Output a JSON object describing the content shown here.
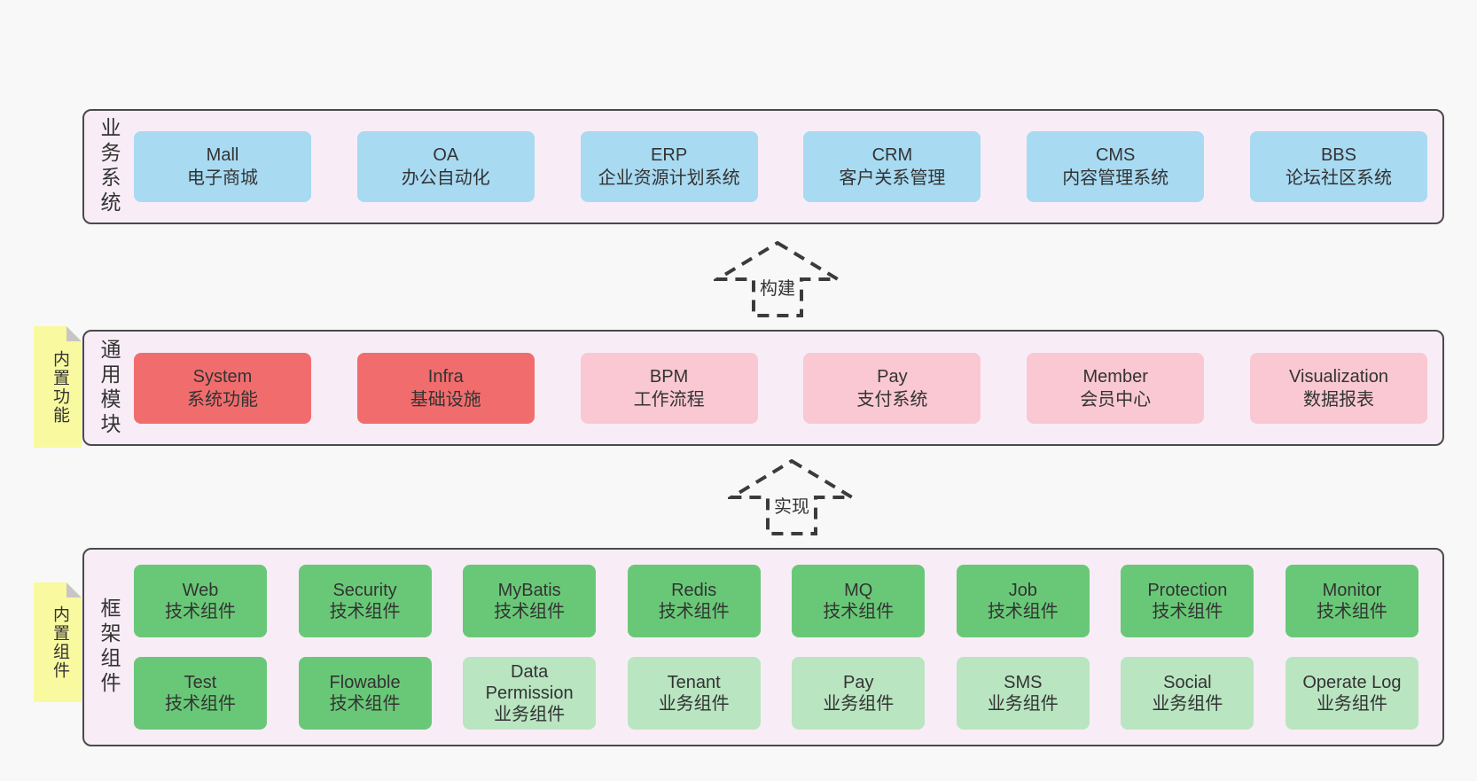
{
  "colors": {
    "page_background": "#f8f8f8",
    "band_fill": "#f8edf6",
    "band_border": "#4a4a4a",
    "blue_box": "#a8daf2",
    "red_box": "#f16d6d",
    "pink_box": "#f9c8d2",
    "green_box": "#69c877",
    "light_green_box": "#b9e5c1",
    "note_yellow": "#f9f9a0",
    "note_fold_gray": "#c6c6c6",
    "text": "#333333",
    "arrow_stroke": "#3b3b3b"
  },
  "bands": {
    "business": {
      "label": "业务系统",
      "boxes": [
        {
          "title": "Mall",
          "subtitle": "电子商城",
          "color": "blue"
        },
        {
          "title": "OA",
          "subtitle": "办公自动化",
          "color": "blue"
        },
        {
          "title": "ERP",
          "subtitle": "企业资源计划系统",
          "color": "blue"
        },
        {
          "title": "CRM",
          "subtitle": "客户关系管理",
          "color": "blue"
        },
        {
          "title": "CMS",
          "subtitle": "内容管理系统",
          "color": "blue"
        },
        {
          "title": "BBS",
          "subtitle": "论坛社区系统",
          "color": "blue"
        }
      ]
    },
    "modules": {
      "label": "通用模块",
      "boxes": [
        {
          "title": "System",
          "subtitle": "系统功能",
          "color": "red"
        },
        {
          "title": "Infra",
          "subtitle": "基础设施",
          "color": "red"
        },
        {
          "title": "BPM",
          "subtitle": "工作流程",
          "color": "pink"
        },
        {
          "title": "Pay",
          "subtitle": "支付系统",
          "color": "pink"
        },
        {
          "title": "Member",
          "subtitle": "会员中心",
          "color": "pink"
        },
        {
          "title": "Visualization",
          "subtitle": "数据报表",
          "color": "pink"
        }
      ]
    },
    "components": {
      "label": "框架组件",
      "row1": [
        {
          "title": "Web",
          "subtitle": "技术组件",
          "color": "green"
        },
        {
          "title": "Security",
          "subtitle": "技术组件",
          "color": "green"
        },
        {
          "title": "MyBatis",
          "subtitle": "技术组件",
          "color": "green"
        },
        {
          "title": "Redis",
          "subtitle": "技术组件",
          "color": "green"
        },
        {
          "title": "MQ",
          "subtitle": "技术组件",
          "color": "green"
        },
        {
          "title": "Job",
          "subtitle": "技术组件",
          "color": "green"
        },
        {
          "title": "Protection",
          "subtitle": "技术组件",
          "color": "green"
        },
        {
          "title": "Monitor",
          "subtitle": "技术组件",
          "color": "green"
        }
      ],
      "row2": [
        {
          "title": "Test",
          "subtitle": "技术组件",
          "color": "green"
        },
        {
          "title": "Flowable",
          "subtitle": "技术组件",
          "color": "green"
        },
        {
          "title": "Data Permission",
          "subtitle": "业务组件",
          "color": "lightgreen"
        },
        {
          "title": "Tenant",
          "subtitle": "业务组件",
          "color": "lightgreen"
        },
        {
          "title": "Pay",
          "subtitle": "业务组件",
          "color": "lightgreen"
        },
        {
          "title": "SMS",
          "subtitle": "业务组件",
          "color": "lightgreen"
        },
        {
          "title": "Social",
          "subtitle": "业务组件",
          "color": "lightgreen"
        },
        {
          "title": "Operate Log",
          "subtitle": "业务组件",
          "color": "lightgreen"
        }
      ]
    }
  },
  "notes": {
    "features": {
      "label": "内置功能"
    },
    "components": {
      "label": "内置组件"
    }
  },
  "arrows": {
    "build": {
      "label": "构建"
    },
    "implement": {
      "label": "实现"
    }
  }
}
